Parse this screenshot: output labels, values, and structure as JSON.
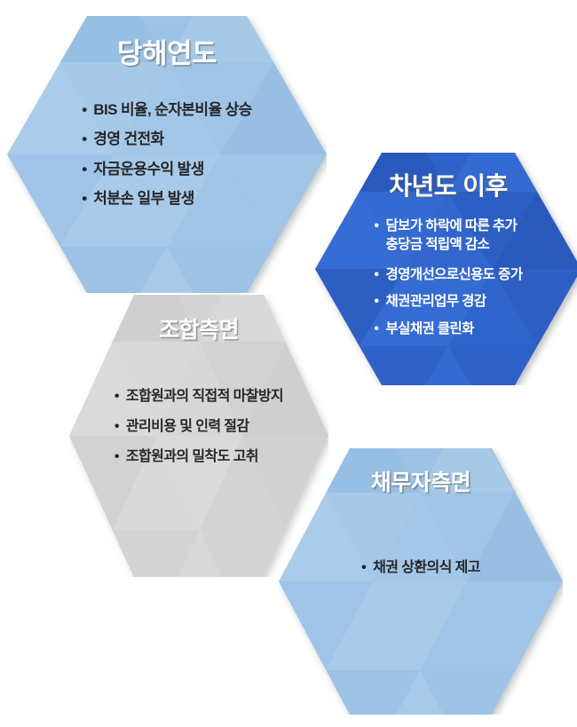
{
  "diagram": {
    "title": "",
    "background_color": "#ffffff",
    "shape": "hexagon"
  },
  "hexagons": [
    {
      "id": "current-year",
      "title": "당해연도",
      "fill_color": "#9CC2E5",
      "facet_light": "#AFCFEC",
      "facet_dark": "#8CB6DF",
      "title_color": "#FFFFFF",
      "text_color": "#262626",
      "bullets": [
        "BIS 비율, 순자본비율 상승",
        "경영 건전화",
        "자금운용수익 발생",
        "처분손 일부 발생"
      ]
    },
    {
      "id": "next-year",
      "title": "차년도 이후",
      "fill_color": "#2E62C8",
      "facet_light": "#3A72DA",
      "facet_dark": "#2753B0",
      "title_color": "#FFFFFF",
      "text_color": "#FFFFFF",
      "bullets": [
        "담보가 하락에 따른 추가 충당금 적립액 감소",
        "경영개선으로신용도 증가",
        "채권관리업무 경감",
        "부실채권 클린화"
      ],
      "bullets_lines": [
        [
          "담보가 하락에 따른 추가",
          "충당금 적립액 감소"
        ],
        [
          "경영개선으로신용도 증가"
        ],
        [
          "채권관리업무 경감"
        ],
        [
          "부실채권 클린화"
        ]
      ]
    },
    {
      "id": "union-side",
      "title": "조합측면",
      "fill_color": "#D4D4D4",
      "facet_light": "#DCDCDC",
      "facet_dark": "#CBCBCB",
      "title_color": "#FFFFFF",
      "text_color": "#262626",
      "bullets": [
        "조합원과의 직접적 마찰방지",
        "관리비용 및 인력 절감",
        "조합원과의 밀착도 고취"
      ]
    },
    {
      "id": "debtor-side",
      "title": "채무자측면",
      "fill_color": "#9CC2E5",
      "facet_light": "#AFCFEC",
      "facet_dark": "#8CB6DF",
      "title_color": "#FFFFFF",
      "text_color": "#262626",
      "bullets": [
        "채권 상환의식 제고"
      ]
    }
  ]
}
